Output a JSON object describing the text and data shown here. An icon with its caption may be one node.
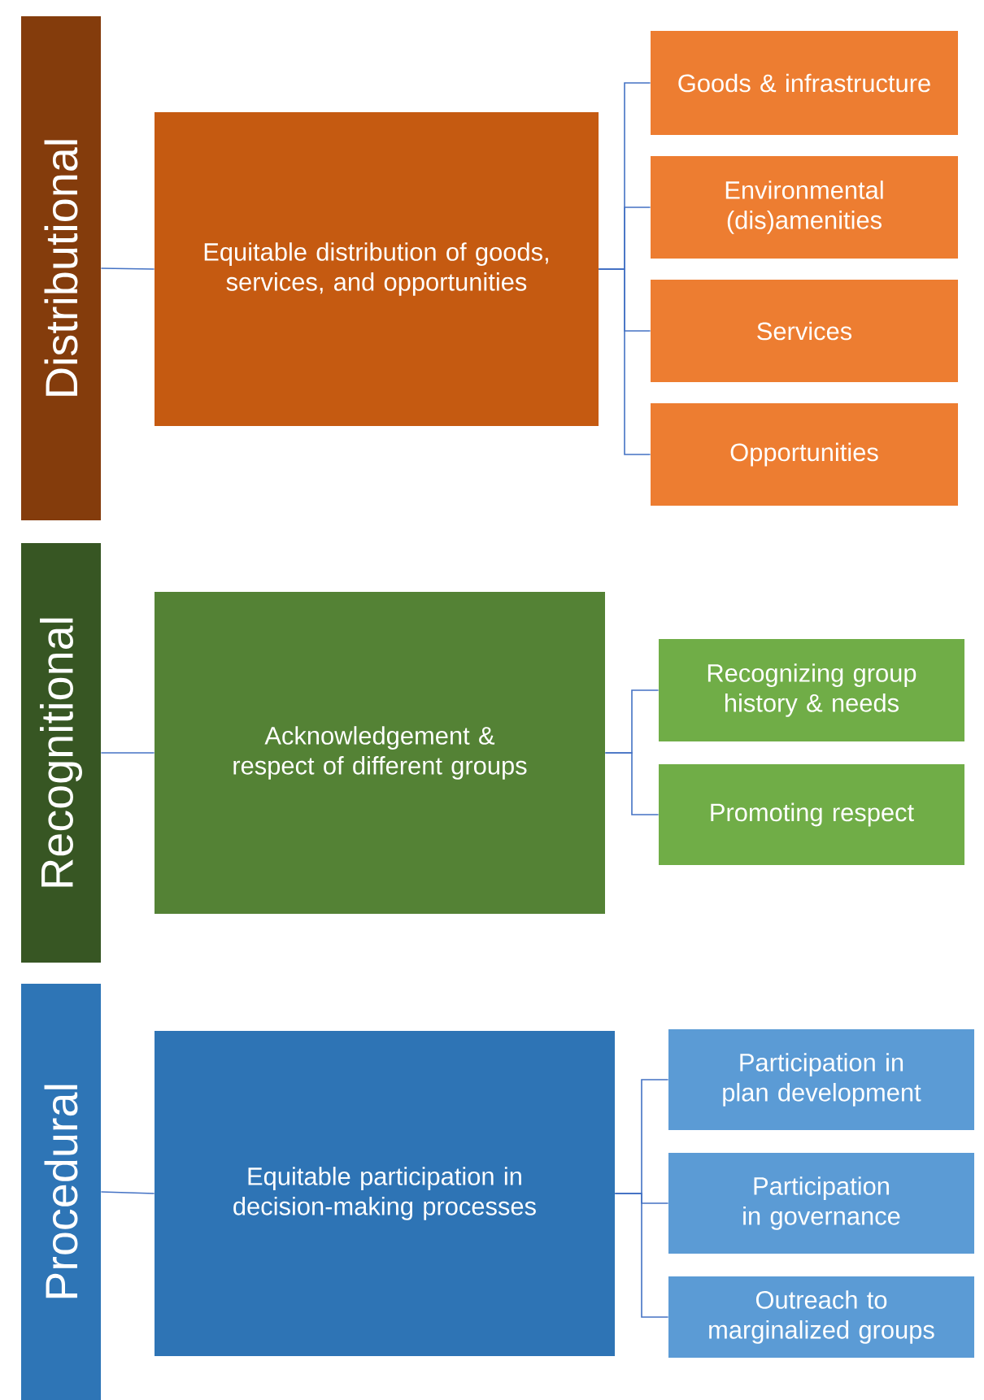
{
  "diagram": {
    "nodes": [
      {
        "text": [
          "Distributional"
        ]
      },
      {
        "text": [
          "Equitable distribution of goods, services, and opportunities"
        ]
      },
      {
        "text": [
          "Goods & infrastructure"
        ]
      },
      {
        "text": [
          "Environmental (dis)amenities"
        ]
      },
      {
        "text": [
          "Services"
        ]
      },
      {
        "text": [
          "Opportunities"
        ]
      },
      {
        "text": [
          "Recognitional"
        ]
      },
      {
        "text": [
          "Acknowledgement & respect of different groups"
        ]
      },
      {
        "text": [
          "Recognizing group history & needs"
        ]
      },
      {
        "text": [
          "Promoting respect"
        ]
      },
      {
        "text": [
          "Procedural"
        ]
      },
      {
        "text": [
          "Equitable participation in decision-making processes"
        ]
      },
      {
        "text": [
          "Participation in plan development"
        ]
      },
      {
        "text": [
          "Participation in governance"
        ]
      },
      {
        "text": [
          "Outreach to marginalized groups"
        ]
      }
    ],
    "edges": [
      {
        "from": 0,
        "to": 1,
        "arrow": "none"
      },
      {
        "from": 1,
        "to": 2,
        "arrow": "none"
      },
      {
        "from": 1,
        "to": 3,
        "arrow": "none"
      },
      {
        "from": 1,
        "to": 4,
        "arrow": "none"
      },
      {
        "from": 1,
        "to": 5,
        "arrow": "none"
      },
      {
        "from": 6,
        "to": 7,
        "arrow": "none"
      },
      {
        "from": 7,
        "to": 8,
        "arrow": "none"
      },
      {
        "from": 7,
        "to": 9,
        "arrow": "none"
      },
      {
        "from": 10,
        "to": 11,
        "arrow": "none"
      },
      {
        "from": 11,
        "to": 12,
        "arrow": "none"
      },
      {
        "from": 11,
        "to": 13,
        "arrow": "none"
      },
      {
        "from": 11,
        "to": 14,
        "arrow": "none"
      }
    ]
  }
}
